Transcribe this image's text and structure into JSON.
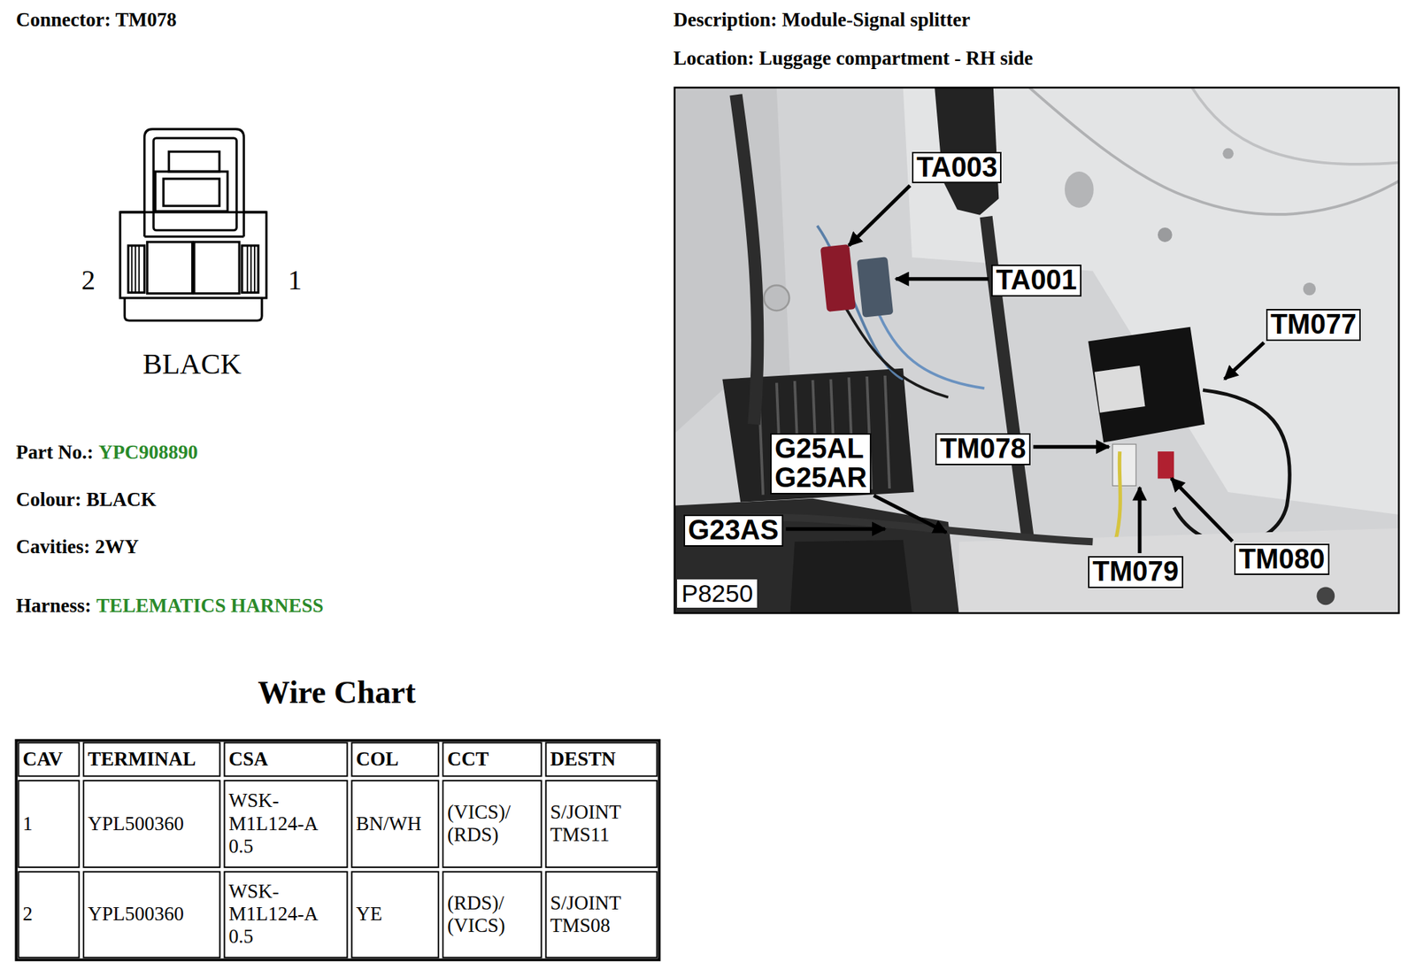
{
  "diagram": {
    "nodes": [
      {
        "text": [
          "TA003"
        ]
      },
      {
        "text": [
          "TA001"
        ]
      },
      {
        "text": [
          "TM077"
        ]
      },
      {
        "text": [
          "G25AL",
          "G25AR"
        ]
      },
      {
        "text": [
          "TM078"
        ]
      },
      {
        "text": [
          "G23AS"
        ]
      },
      {
        "text": [
          "TM080"
        ]
      },
      {
        "text": [
          "TM079"
        ]
      }
    ],
    "labels": [
      "Connector: TM078",
      "Description: Module-Signal splitter",
      "Location: Luggage compartment - RH side",
      "2",
      "1",
      "BLACK",
      "Part No.:",
      "YPC908890",
      "Colour: BLACK",
      "Cavities: 2WY",
      "Harness:",
      "TELEMATICS HARNESS",
      "P8250",
      "Wire Chart",
      "CAV",
      "TERMINAL",
      "CSA",
      "COL",
      "CCT",
      "DESTN",
      "1",
      "YPL500360",
      "WSK-M1L124-A 0.5",
      "BN/WH",
      "(VICS)/ (RDS)",
      "S/JOINT TMS11",
      "2",
      "YPL500360",
      "WSK-M1L124-A 0.5",
      "YE",
      "(RDS)/ (VICS)",
      "S/JOINT TMS08"
    ]
  }
}
